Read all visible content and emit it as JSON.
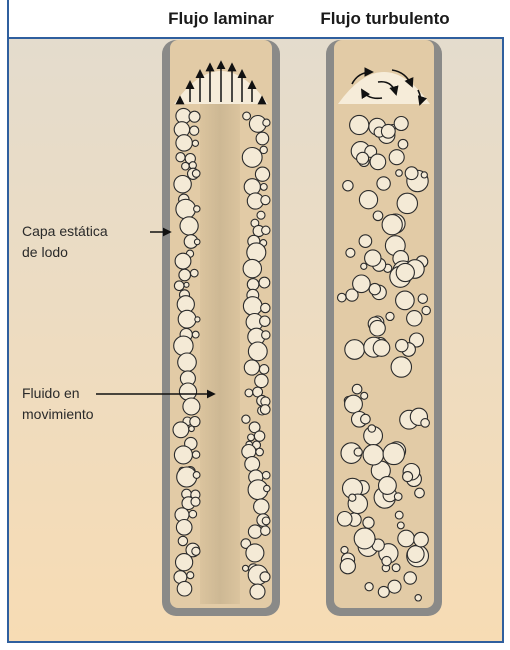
{
  "titles": {
    "laminar": "Flujo laminar",
    "turbulent": "Flujo turbulento"
  },
  "labels": {
    "static_mud_line1": "Capa estática",
    "static_mud_line2": "de lodo",
    "moving_fluid_line1": "Fluido en",
    "moving_fluid_line2": "movimiento"
  },
  "colors": {
    "frame_border": "#2f5f9e",
    "background_top": "#e4dccd",
    "background_bottom": "#f6ddb8",
    "pipe_wall": "#8a8a88",
    "pipe_interior": "#e2cba6",
    "fluid_core": "#d3bd98",
    "particle_fill": "#f4ead6",
    "particle_stroke": "#2b2b2b"
  }
}
